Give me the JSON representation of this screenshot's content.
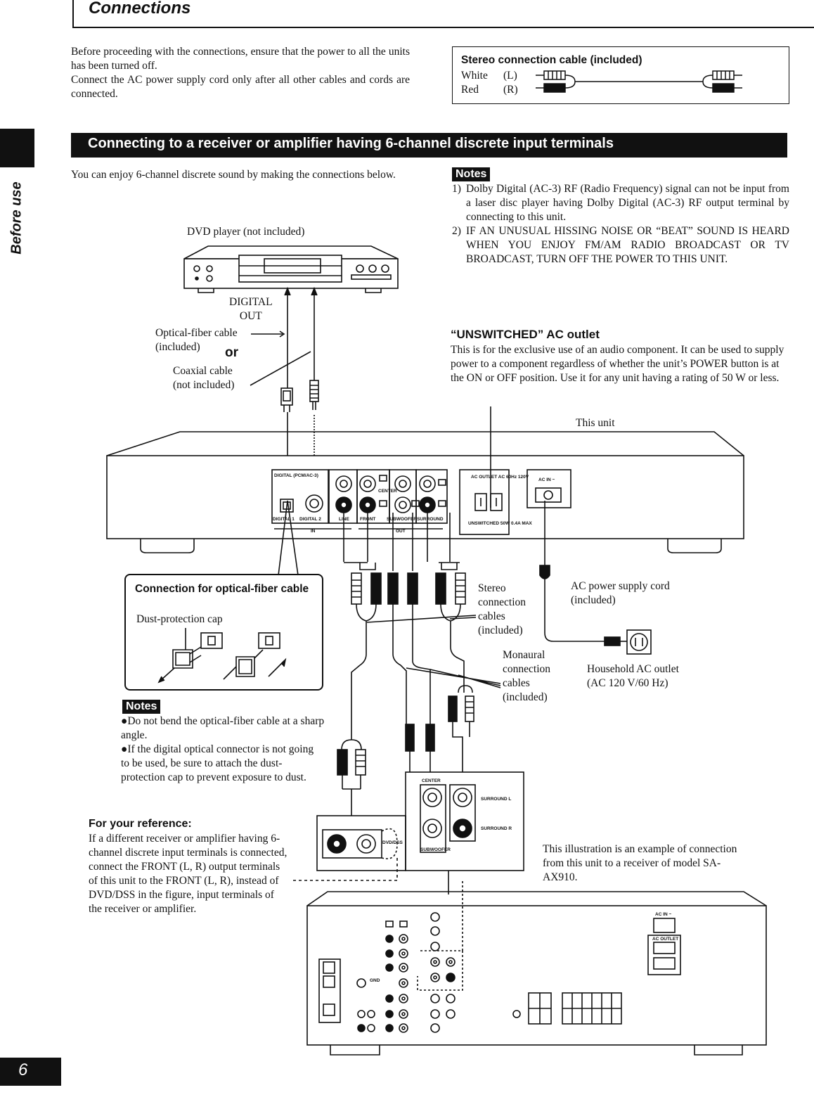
{
  "header": {
    "title": "Connections"
  },
  "side_tab": {
    "label": "Before use"
  },
  "intro": "Before proceeding with the connections, ensure that the power to all the units has been turned off.\nConnect the AC power supply cord only after all other cables and cords are connected.",
  "cable_box": {
    "title": "Stereo connection cable (included)",
    "white": "White",
    "white_ch": "(L)",
    "red": "Red",
    "red_ch": "(R)"
  },
  "section": {
    "title": "Connecting to a receiver or amplifier having 6-channel discrete input terminals",
    "body": "You can enjoy 6-channel discrete sound by making the connections below."
  },
  "notes_top": {
    "badge": "Notes",
    "n1_num": "1)",
    "n1": "Dolby Digital (AC-3) RF (Radio Frequency) signal can not be input from a laser disc player having Dolby Digital (AC-3) RF output terminal by connecting to this unit.",
    "n2_num": "2)",
    "n2": "IF AN UNUSUAL HISSING NOISE OR “BEAT” SOUND IS HEARD WHEN YOU ENJOY FM/AM RADIO BROADCAST OR TV BROADCAST, TURN OFF THE POWER TO THIS UNIT."
  },
  "unswitched": {
    "title": "“UNSWITCHED” AC outlet",
    "body": "This is for the exclusive use of an audio component. It can be used to supply power to a component regardless of whether the unit’s POWER button is at the ON or OFF position. Use it for any unit having a rating of 50 W or less."
  },
  "diagram_labels": {
    "dvd_player": "DVD player (not included)",
    "digital_out": "DIGITAL\nOUT",
    "optical_cable": "Optical-fiber cable\n(included)",
    "or": "or",
    "coaxial_cable": "Coaxial cable\n(not included)",
    "this_unit": "This unit",
    "stereo_cables": "Stereo\nconnection\ncables\n(included)",
    "ac_cord": "AC power supply cord\n(included)",
    "monaural_cables": "Monaural\nconnection\ncables\n(included)",
    "household_outlet": "Household AC outlet\n(AC 120 V/60 Hz)",
    "example": "This illustration is an example of connection from this unit to a receiver of model SA-AX910.",
    "panel_digital": "DIGITAL (PCM/AC-3)",
    "panel_digital1": "DIGITAL 1",
    "panel_digital2": "DIGITAL 2",
    "panel_in": "IN",
    "panel_line": "LINE",
    "panel_front": "FRONT",
    "panel_center": "CENTER",
    "panel_subwoofer": "SUBWOOFER",
    "panel_surround": "SURROUND",
    "panel_out": "OUT",
    "panel_ac_outlet": "AC OUTLET\nAC 60Hz 120V",
    "panel_unswitched": "UNSWITCHED\n50W 0.4A MAX",
    "panel_ac_in": "AC IN ~",
    "rx_center": "CENTER",
    "rx_surround_l": "SURROUND L",
    "rx_surround_r": "SURROUND R",
    "rx_subwoofer": "SUBWOOFER",
    "rx_dvd": "DVD/DSS",
    "rx_gnd": "GND",
    "rx_ac_in": "AC IN ~",
    "rx_ac_outlet": "AC OUTLET"
  },
  "optical_box": {
    "title": "Connection for optical-fiber cable",
    "cap": "Dust-protection cap"
  },
  "notes_low": {
    "badge": "Notes",
    "n1": "●Do not bend the optical-fiber cable at a sharp angle.",
    "n2": "●If the digital optical connector is not going to be used, be sure to attach the dust-protection cap to prevent exposure to dust."
  },
  "reference": {
    "title": "For your reference:",
    "body": "If a different receiver or amplifier having 6-channel discrete input terminals is connected, connect the FRONT (L, R) output terminals of this unit to the FRONT (L, R), instead of DVD/DSS in the figure, input terminals of the receiver or amplifier."
  },
  "page_number": "6"
}
